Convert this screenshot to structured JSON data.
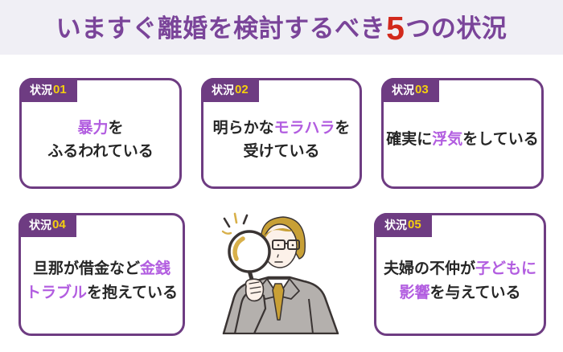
{
  "header": {
    "title_prefix": "いますぐ離婚を検討するべき",
    "title_number": "5",
    "title_suffix": "つの状況"
  },
  "colors": {
    "header_band": "#f0eff5",
    "title_purple": "#7a4499",
    "title_number_red": "#d2291c",
    "card_border_purple": "#6e3c82",
    "tab_number_yellow": "#f3cf0e",
    "highlight_purple": "#b25de0",
    "body_text": "#262626"
  },
  "cards": [
    {
      "tab_label": "状況",
      "tab_number": "01",
      "lines": [
        [
          {
            "t": "暴力",
            "h": true
          },
          {
            "t": "を",
            "h": false
          }
        ],
        [
          {
            "t": "ふるわれている",
            "h": false
          }
        ]
      ]
    },
    {
      "tab_label": "状況",
      "tab_number": "02",
      "lines": [
        [
          {
            "t": "明らかな",
            "h": false
          },
          {
            "t": "モラハラ",
            "h": true
          },
          {
            "t": "を",
            "h": false
          }
        ],
        [
          {
            "t": "受けている",
            "h": false
          }
        ]
      ]
    },
    {
      "tab_label": "状況",
      "tab_number": "03",
      "lines": [
        [
          {
            "t": "確実に",
            "h": false
          },
          {
            "t": "浮気",
            "h": true
          },
          {
            "t": "をしている",
            "h": false
          }
        ]
      ]
    },
    {
      "tab_label": "状況",
      "tab_number": "04",
      "lines": [
        [
          {
            "t": "旦那が借金など",
            "h": false
          },
          {
            "t": "金銭",
            "h": true
          }
        ],
        [
          {
            "t": "トラブル",
            "h": true
          },
          {
            "t": "を抱えている",
            "h": false
          }
        ]
      ]
    },
    {
      "tab_label": "状況",
      "tab_number": "05",
      "lines": [
        [
          {
            "t": "夫婦の不仲が",
            "h": false
          },
          {
            "t": "子どもに",
            "h": true
          }
        ],
        [
          {
            "t": "影響",
            "h": true
          },
          {
            "t": "を与えている",
            "h": false
          }
        ]
      ]
    }
  ],
  "illustration": {
    "description": "businessman-with-magnifying-glass"
  }
}
